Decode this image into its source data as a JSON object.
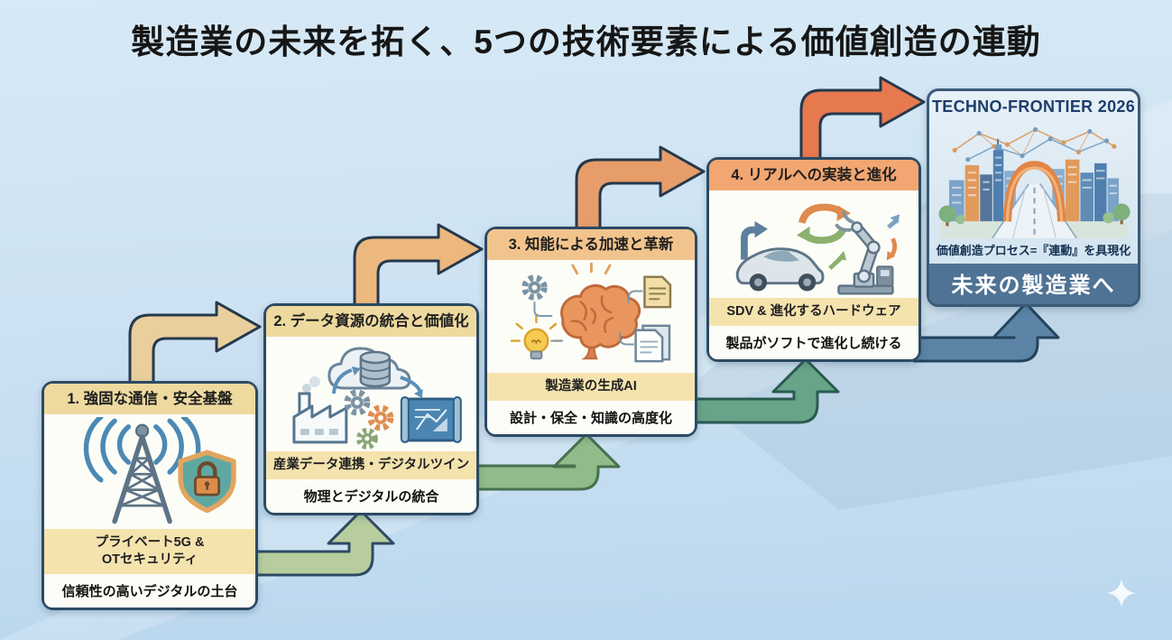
{
  "title": "製造業の未来を拓く、5つの技術要素による価値創造の連動",
  "steps": [
    {
      "header": "1. 強固な通信・安全基盤",
      "sublabel_lines": [
        "プライベート5G &",
        "OTセキュリティ"
      ],
      "caption": "信頼性の高いデジタルの土台",
      "icon": "antenna-tower-shield-lock"
    },
    {
      "header": "2. データ資源の統合と価値化",
      "sublabel_lines": [
        "産業データ連携・デジタルツイン"
      ],
      "caption": "物理とデジタルの統合",
      "icon": "factory-gears-cloud-database-blueprint"
    },
    {
      "header": "3. 知能による加速と革新",
      "sublabel_lines": [
        "製造業の生成AI"
      ],
      "caption": "設計・保全・知識の高度化",
      "icon": "brain-gear-lightbulb-documents"
    },
    {
      "header": "4. リアルへの実装と進化",
      "sublabel_lines": [
        "SDV & 進化するハードウェア"
      ],
      "caption": "製品がソフトで進化し続ける",
      "icon": "car-robot-arm-cycle-arrows"
    }
  ],
  "goal": {
    "title": "TECHNO-FRONTIER 2026",
    "process_label": "価値創造プロセス=『連動』を具現化",
    "banner": "未来の製造業へ",
    "icon": "city-skyline-arch-network"
  },
  "colors": {
    "background_top": "#d7e9f6",
    "background_bottom": "#bad7ee",
    "box_border": "#2c4a63",
    "header_bg": [
      "#eeda9f",
      "#eeda9f",
      "#f2c48d",
      "#f2a671"
    ],
    "sublabel_bg": "#f5e3ae",
    "up_arrows": [
      "#e9cf9c",
      "#edb87e",
      "#e79d69",
      "#e7794f"
    ],
    "return_arrows": [
      "#b7cd9e",
      "#90bc8a",
      "#68a487",
      "#5b84a6"
    ],
    "goal_banner_bg": "#4e7394",
    "goal_title_color": "#1d3e6b"
  }
}
